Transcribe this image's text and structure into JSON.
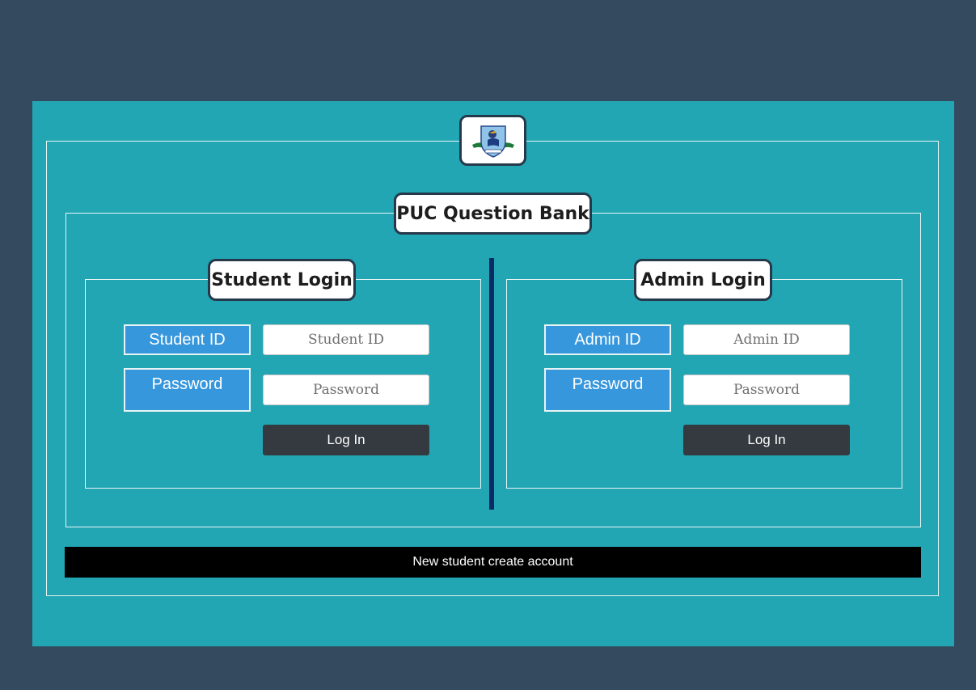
{
  "app": {
    "title": "PUC Question Bank",
    "create_account_label": "New student create account"
  },
  "student": {
    "heading": "Student Login",
    "id_label": "Student ID",
    "id_placeholder": "Student ID",
    "password_label": "Password",
    "password_placeholder": "Password",
    "login_label": "Log In"
  },
  "admin": {
    "heading": "Admin Login",
    "id_label": "Admin ID",
    "id_placeholder": "Admin ID",
    "password_label": "Password",
    "password_placeholder": "Password",
    "login_label": "Log In"
  },
  "colors": {
    "page_background": "#344a5f",
    "panel": "#22a6b4",
    "label_blue": "#3797dd",
    "button_dark": "#343a40",
    "divider": "#0a2a68"
  },
  "icons": {
    "logo": "university-crest-icon"
  }
}
